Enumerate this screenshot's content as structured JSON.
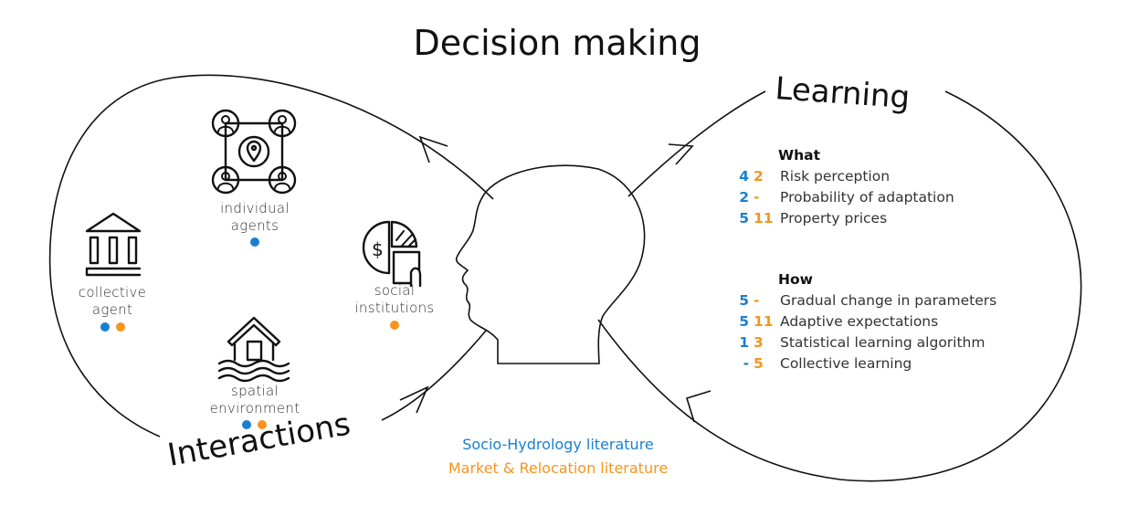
{
  "title": "Decision making",
  "learning": {
    "label": "Learning",
    "what_header": "What",
    "what": [
      {
        "socio": "4",
        "market": "2",
        "text": "Risk perception"
      },
      {
        "socio": "2",
        "market": "-",
        "text": "Probability of adaptation"
      },
      {
        "socio": "5",
        "market": "11",
        "text": "Property prices"
      }
    ],
    "how_header": "How",
    "how": [
      {
        "socio": "5",
        "market": "-",
        "text": "Gradual change in parameters"
      },
      {
        "socio": "5",
        "market": "11",
        "text": "Adaptive expectations"
      },
      {
        "socio": "1",
        "market": "3",
        "text": "Statistical learning algorithm"
      },
      {
        "socio": "-",
        "market": "5",
        "text": "Collective learning"
      }
    ]
  },
  "interactions": {
    "label": "Interactions",
    "individual": [
      "individual",
      "agents"
    ],
    "collective": [
      "collective",
      "agent"
    ],
    "social": [
      "social",
      "institutions"
    ],
    "spatial": [
      "spatial",
      "environment"
    ]
  },
  "legend": {
    "socio": "Socio-Hydrology literature",
    "market": "Market & Relocation literature"
  },
  "colors": {
    "socio": "#1a7fd0",
    "market": "#f7941d"
  }
}
